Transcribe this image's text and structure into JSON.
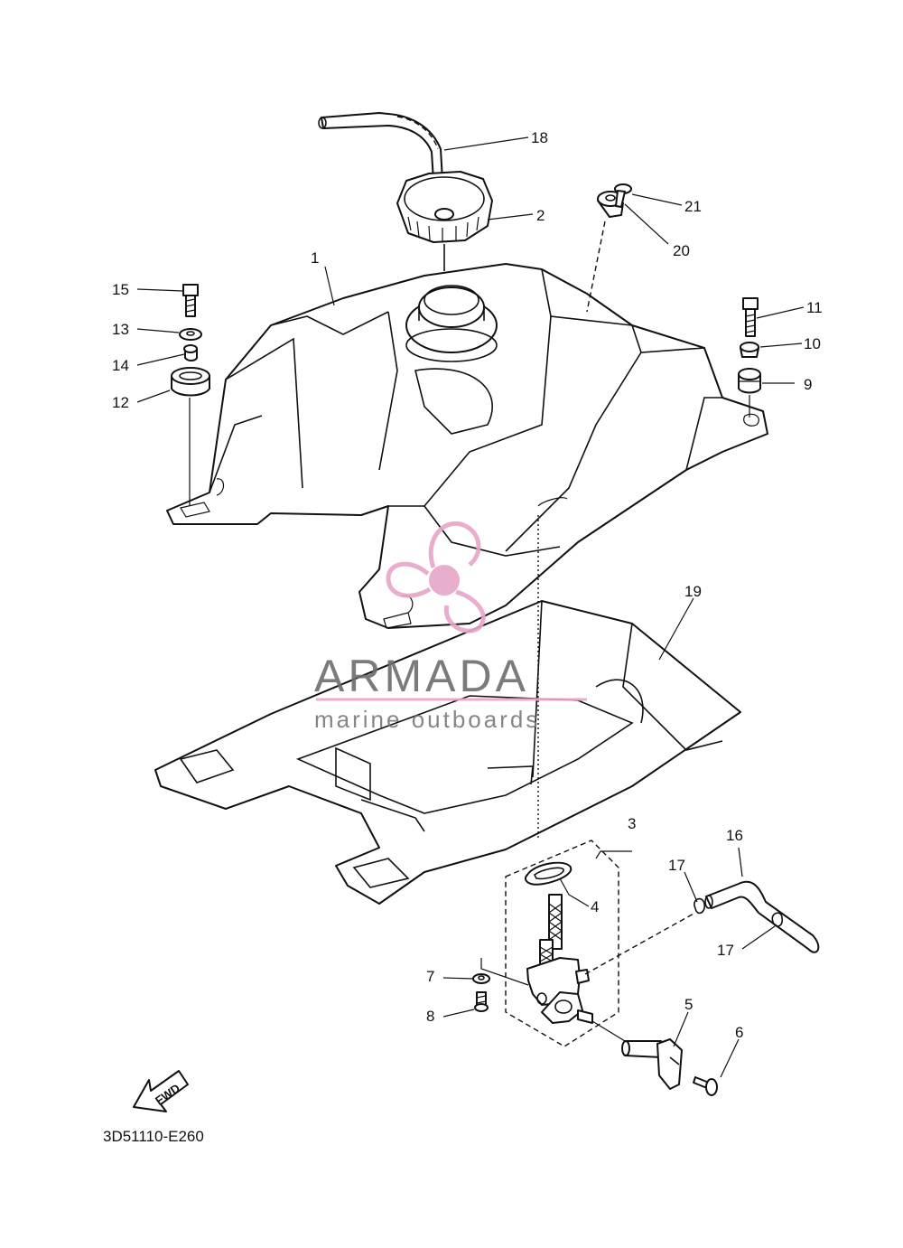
{
  "diagram": {
    "code": "3D51110-E260",
    "fwd_label": "FWD",
    "callouts": [
      "1",
      "2",
      "3",
      "4",
      "5",
      "6",
      "7",
      "8",
      "9",
      "10",
      "11",
      "12",
      "13",
      "14",
      "15",
      "16",
      "17",
      "17",
      "18",
      "19",
      "20",
      "21"
    ]
  },
  "watermark": {
    "brand": "ARMADA",
    "tagline": "marine outboards",
    "accent_color": "#e7a6c8"
  }
}
